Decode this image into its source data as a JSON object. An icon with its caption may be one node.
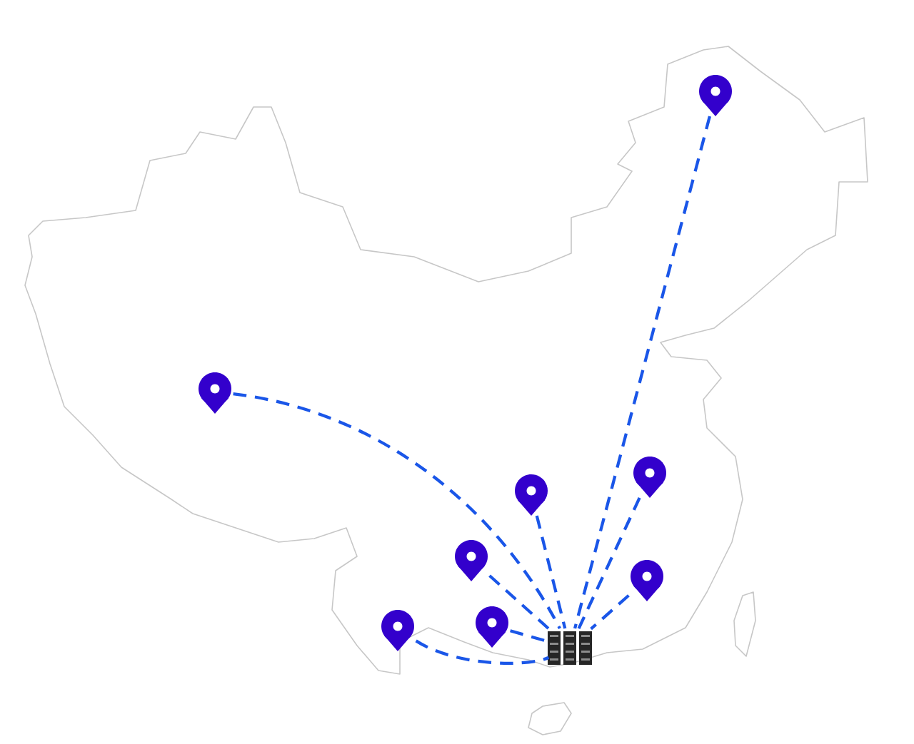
{
  "diagram": {
    "nodes": [
      {
        "text": [],
        "shape": "pin"
      },
      {
        "text": [],
        "shape": "pin"
      },
      {
        "text": [],
        "shape": "pin"
      },
      {
        "text": [],
        "shape": "pin"
      },
      {
        "text": [],
        "shape": "pin"
      },
      {
        "text": [],
        "shape": "pin"
      },
      {
        "text": [],
        "shape": "pin"
      },
      {
        "text": [],
        "shape": "pin"
      },
      {
        "text": [],
        "shape": "server"
      }
    ],
    "edges": [
      {
        "from": 0,
        "to": 8,
        "arrow": "none",
        "style": "dashed"
      },
      {
        "from": 1,
        "to": 8,
        "arrow": "none",
        "style": "dashed"
      },
      {
        "from": 3,
        "to": 8,
        "arrow": "none",
        "style": "dashed"
      },
      {
        "from": 2,
        "to": 8,
        "arrow": "none",
        "style": "dashed"
      },
      {
        "from": 4,
        "to": 8,
        "arrow": "none",
        "style": "dashed"
      },
      {
        "from": 5,
        "to": 8,
        "arrow": "none",
        "style": "dashed"
      },
      {
        "from": 7,
        "to": 8,
        "arrow": "none",
        "style": "dashed"
      },
      {
        "from": 6,
        "to": 8,
        "arrow": "none",
        "style": "dashed"
      }
    ]
  }
}
